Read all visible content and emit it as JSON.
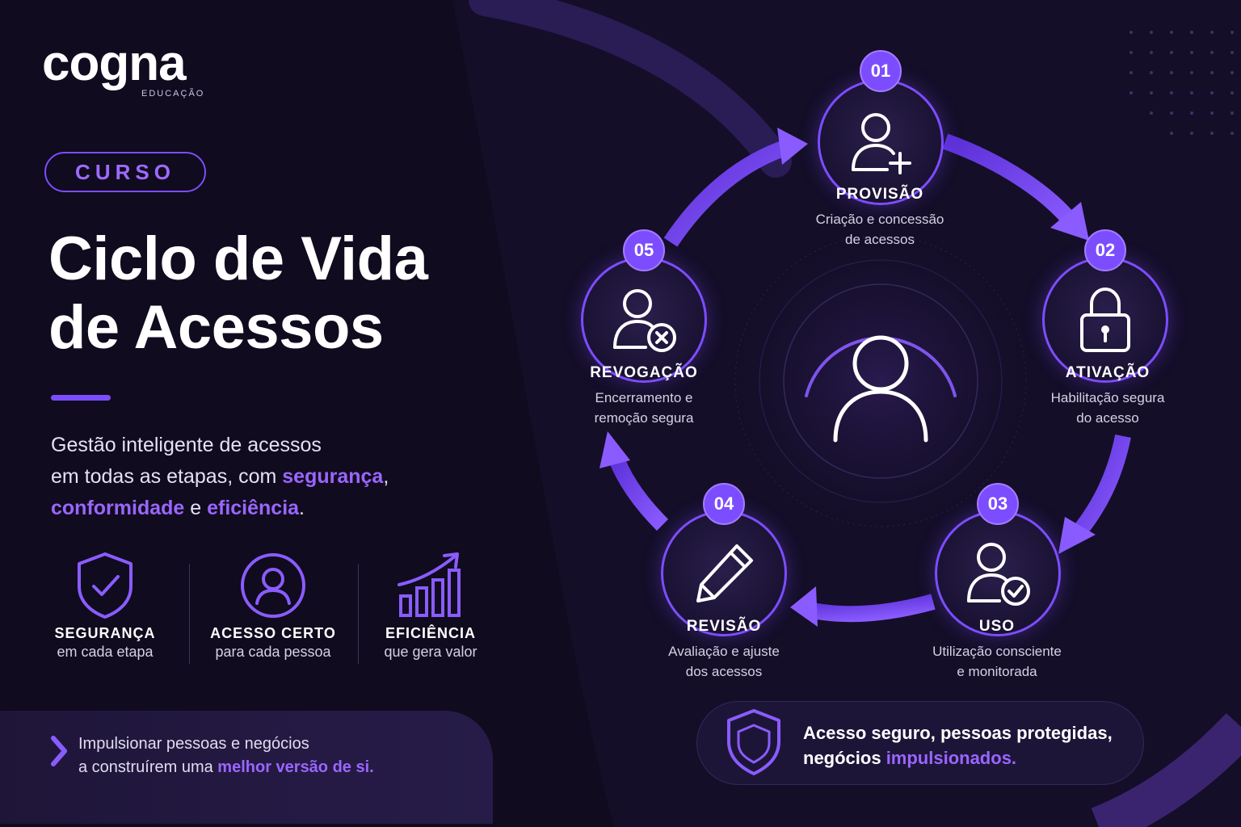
{
  "brand": {
    "name": "cogna",
    "subtitle": "EDUCAÇÃO"
  },
  "course_label": "CURSO",
  "title": {
    "line1": "Ciclo de Vida",
    "line2": "de Acessos"
  },
  "description": {
    "line1": "Gestão inteligente de acessos",
    "line2_pre": "em todas as etapas, com ",
    "line2_hl": "segurança",
    "line2_post": ",",
    "line3_hl1": "conformidade",
    "line3_mid": " e ",
    "line3_hl2": "eficiência",
    "line3_post": "."
  },
  "features": [
    {
      "icon": "shield-check-icon",
      "title": "SEGURANÇA",
      "subtitle": "em cada etapa"
    },
    {
      "icon": "user-circle-icon",
      "title": "ACESSO CERTO",
      "subtitle": "para cada pessoa"
    },
    {
      "icon": "growth-chart-icon",
      "title": "EFICIÊNCIA",
      "subtitle": "que gera valor"
    }
  ],
  "tagline": {
    "line1": "Impulsionar pessoas e negócios",
    "line2_pre": "a construírem uma ",
    "line2_hl": "melhor versão de si."
  },
  "footer_badge": {
    "line1": "Acesso seguro, pessoas protegidas,",
    "line2_pre": "negócios ",
    "line2_hl": "impulsionados."
  },
  "steps": [
    {
      "number": "01",
      "title": "PROVISÃO",
      "desc1": "Criação e concessão",
      "desc2": "de acessos",
      "icon": "user-plus-icon"
    },
    {
      "number": "02",
      "title": "ATIVAÇÃO",
      "desc1": "Habilitação segura",
      "desc2": "do acesso",
      "icon": "lock-icon"
    },
    {
      "number": "03",
      "title": "USO",
      "desc1": "Utilização consciente",
      "desc2": "e monitorada",
      "icon": "user-check-icon"
    },
    {
      "number": "04",
      "title": "REVISÃO",
      "desc1": "Avaliação e ajuste",
      "desc2": "dos acessos",
      "icon": "pencil-icon"
    },
    {
      "number": "05",
      "title": "REVOGAÇÃO",
      "desc1": "Encerramento e",
      "desc2": "remoção segura",
      "icon": "user-x-icon"
    }
  ],
  "colors": {
    "background": "#100b1e",
    "accent": "#7c4dff",
    "accent_light": "#9a66ff",
    "text": "#ffffff"
  }
}
